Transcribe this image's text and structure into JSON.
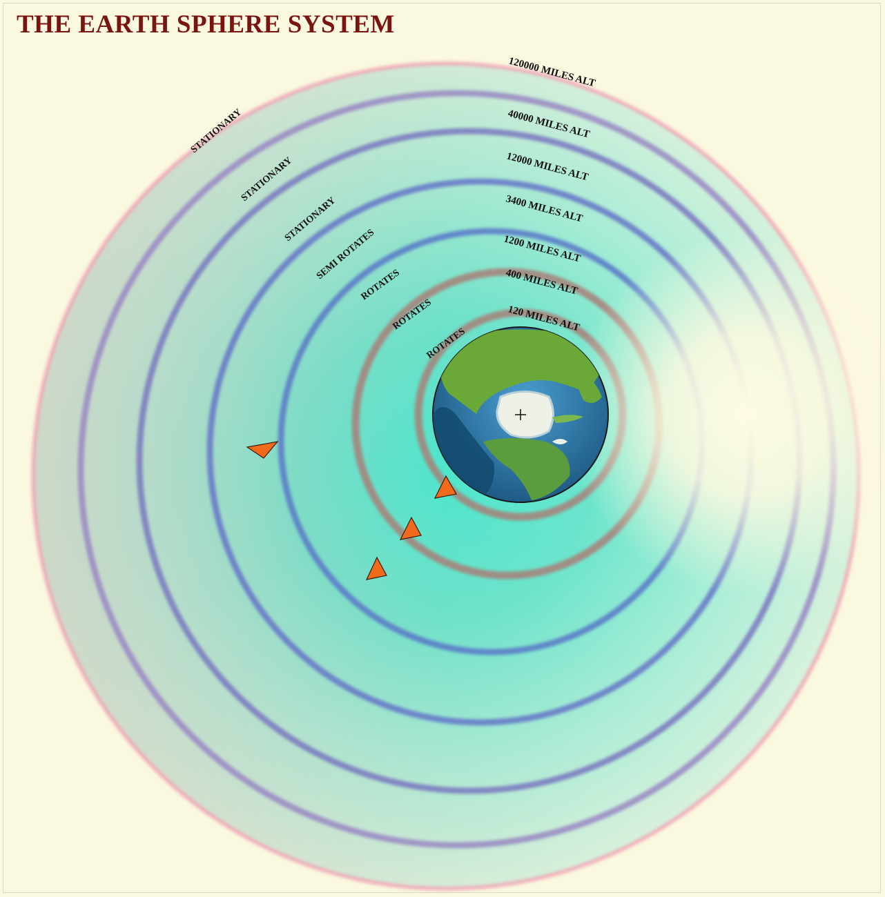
{
  "title": "THE EARTH SPHERE SYSTEM",
  "colors": {
    "title": "#7a1410",
    "background": "#faf8df",
    "sphere_fill": "#3fe8c8",
    "marker": "#f26a1b",
    "ocean": "#2e78b0",
    "land": "#5aa040",
    "ice": "#eef2e6"
  },
  "spheres": [
    {
      "altitude": "120 MILES ALT",
      "motion": "ROTATES",
      "ring_color": "#a88078"
    },
    {
      "altitude": "400 MILES ALT",
      "motion": "ROTATES",
      "ring_color": "#a88078"
    },
    {
      "altitude": "1200 MILES ALT",
      "motion": "ROTATES",
      "ring_color": "#5a78c8"
    },
    {
      "altitude": "3400 MILES ALT",
      "motion": "SEMI ROTATES",
      "ring_color": "#6676c8"
    },
    {
      "altitude": "12000 MILES ALT",
      "motion": "STATIONARY",
      "ring_color": "#7a78c0"
    },
    {
      "altitude": "40000 MILES ALT",
      "motion": "STATIONARY",
      "ring_color": "#9a88c4"
    },
    {
      "altitude": "120000 MILES ALT",
      "motion": "STATIONARY",
      "ring_color": "#f0a8b8"
    }
  ],
  "earth": {
    "center_marker": "crosshair-icon"
  },
  "markers": {
    "count": 4,
    "icon": "triangle-marker-icon"
  }
}
